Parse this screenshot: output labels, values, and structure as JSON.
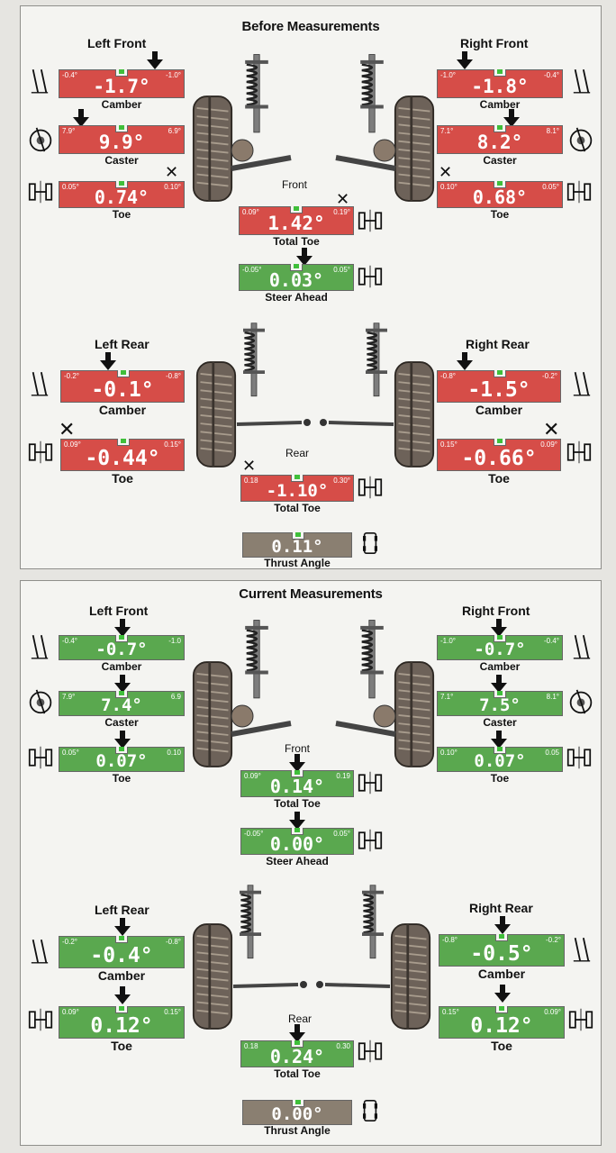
{
  "before": {
    "title": "Before Measurements",
    "left_front": {
      "heading": "Left Front",
      "camber": {
        "label": "Camber",
        "min": "-0.4°",
        "max": "-1.0°",
        "value": "-1.7°"
      },
      "caster": {
        "label": "Caster",
        "min": "7.9°",
        "max": "6.9°",
        "value": "9.9°"
      },
      "toe": {
        "label": "Toe",
        "min": "0.05°",
        "max": "0.10°",
        "value": "0.74°"
      }
    },
    "right_front": {
      "heading": "Right Front",
      "camber": {
        "label": "Camber",
        "min": "-1.0°",
        "max": "-0.4°",
        "value": "-1.8°"
      },
      "caster": {
        "label": "Caster",
        "min": "7.1°",
        "max": "8.1°",
        "value": "8.2°"
      },
      "toe": {
        "label": "Toe",
        "min": "0.10°",
        "max": "0.05°",
        "value": "0.68°"
      }
    },
    "front": {
      "heading": "Front",
      "total_toe": {
        "label": "Total Toe",
        "min": "0.09°",
        "max": "0.19°",
        "value": "1.42°"
      },
      "steer_ahead": {
        "label": "Steer Ahead",
        "min": "-0.05°",
        "max": "0.05°",
        "value": "0.03°"
      }
    },
    "left_rear": {
      "heading": "Left Rear",
      "camber": {
        "label": "Camber",
        "min": "-0.2°",
        "max": "-0.8°",
        "value": "-0.1°"
      },
      "toe": {
        "label": "Toe",
        "min": "0.09°",
        "max": "0.15°",
        "value": "-0.44°"
      }
    },
    "right_rear": {
      "heading": "Right Rear",
      "camber": {
        "label": "Camber",
        "min": "-0.8°",
        "max": "-0.2°",
        "value": "-1.5°"
      },
      "toe": {
        "label": "Toe",
        "min": "0.15°",
        "max": "0.09°",
        "value": "-0.66°"
      }
    },
    "rear": {
      "heading": "Rear",
      "total_toe": {
        "label": "Total Toe",
        "min": "0.18",
        "max": "0.30°",
        "value": "-1.10°"
      },
      "thrust_angle": {
        "label": "Thrust Angle",
        "value": "0.11°"
      }
    }
  },
  "current": {
    "title": "Current Measurements",
    "left_front": {
      "heading": "Left Front",
      "camber": {
        "label": "Camber",
        "min": "-0.4°",
        "max": "-1.0",
        "value": "-0.7°"
      },
      "caster": {
        "label": "Caster",
        "min": "7.9°",
        "max": "6.9",
        "value": "7.4°"
      },
      "toe": {
        "label": "Toe",
        "min": "0.05°",
        "max": "0.10",
        "value": "0.07°"
      }
    },
    "right_front": {
      "heading": "Right Front",
      "camber": {
        "label": "Camber",
        "min": "-1.0°",
        "max": "-0.4°",
        "value": "-0.7°"
      },
      "caster": {
        "label": "Caster",
        "min": "7.1°",
        "max": "8.1°",
        "value": "7.5°"
      },
      "toe": {
        "label": "Toe",
        "min": "0.10°",
        "max": "0.05",
        "value": "0.07°"
      }
    },
    "front": {
      "heading": "Front",
      "total_toe": {
        "label": "Total Toe",
        "min": "0.09°",
        "max": "0.19",
        "value": "0.14°"
      },
      "steer_ahead": {
        "label": "Steer Ahead",
        "min": "-0.05°",
        "max": "0.05°",
        "value": "0.00°"
      }
    },
    "left_rear": {
      "heading": "Left Rear",
      "camber": {
        "label": "Camber",
        "min": "-0.2°",
        "max": "-0.8°",
        "value": "-0.4°"
      },
      "toe": {
        "label": "Toe",
        "min": "0.09°",
        "max": "0.15°",
        "value": "0.12°"
      }
    },
    "right_rear": {
      "heading": "Right Rear",
      "camber": {
        "label": "Camber",
        "min": "-0.8°",
        "max": "-0.2°",
        "value": "-0.5°"
      },
      "toe": {
        "label": "Toe",
        "min": "0.15°",
        "max": "0.09°",
        "value": "0.12°"
      }
    },
    "rear": {
      "heading": "Rear",
      "total_toe": {
        "label": "Total Toe",
        "min": "0.18",
        "max": "0.30",
        "value": "0.24°"
      },
      "thrust_angle": {
        "label": "Thrust Angle",
        "value": "0.00°"
      }
    }
  },
  "colors": {
    "out_of_spec": "#d64d48",
    "in_spec": "#5aa84f",
    "neutral": "#8a7f71",
    "indicator": "#3fbf3a"
  }
}
